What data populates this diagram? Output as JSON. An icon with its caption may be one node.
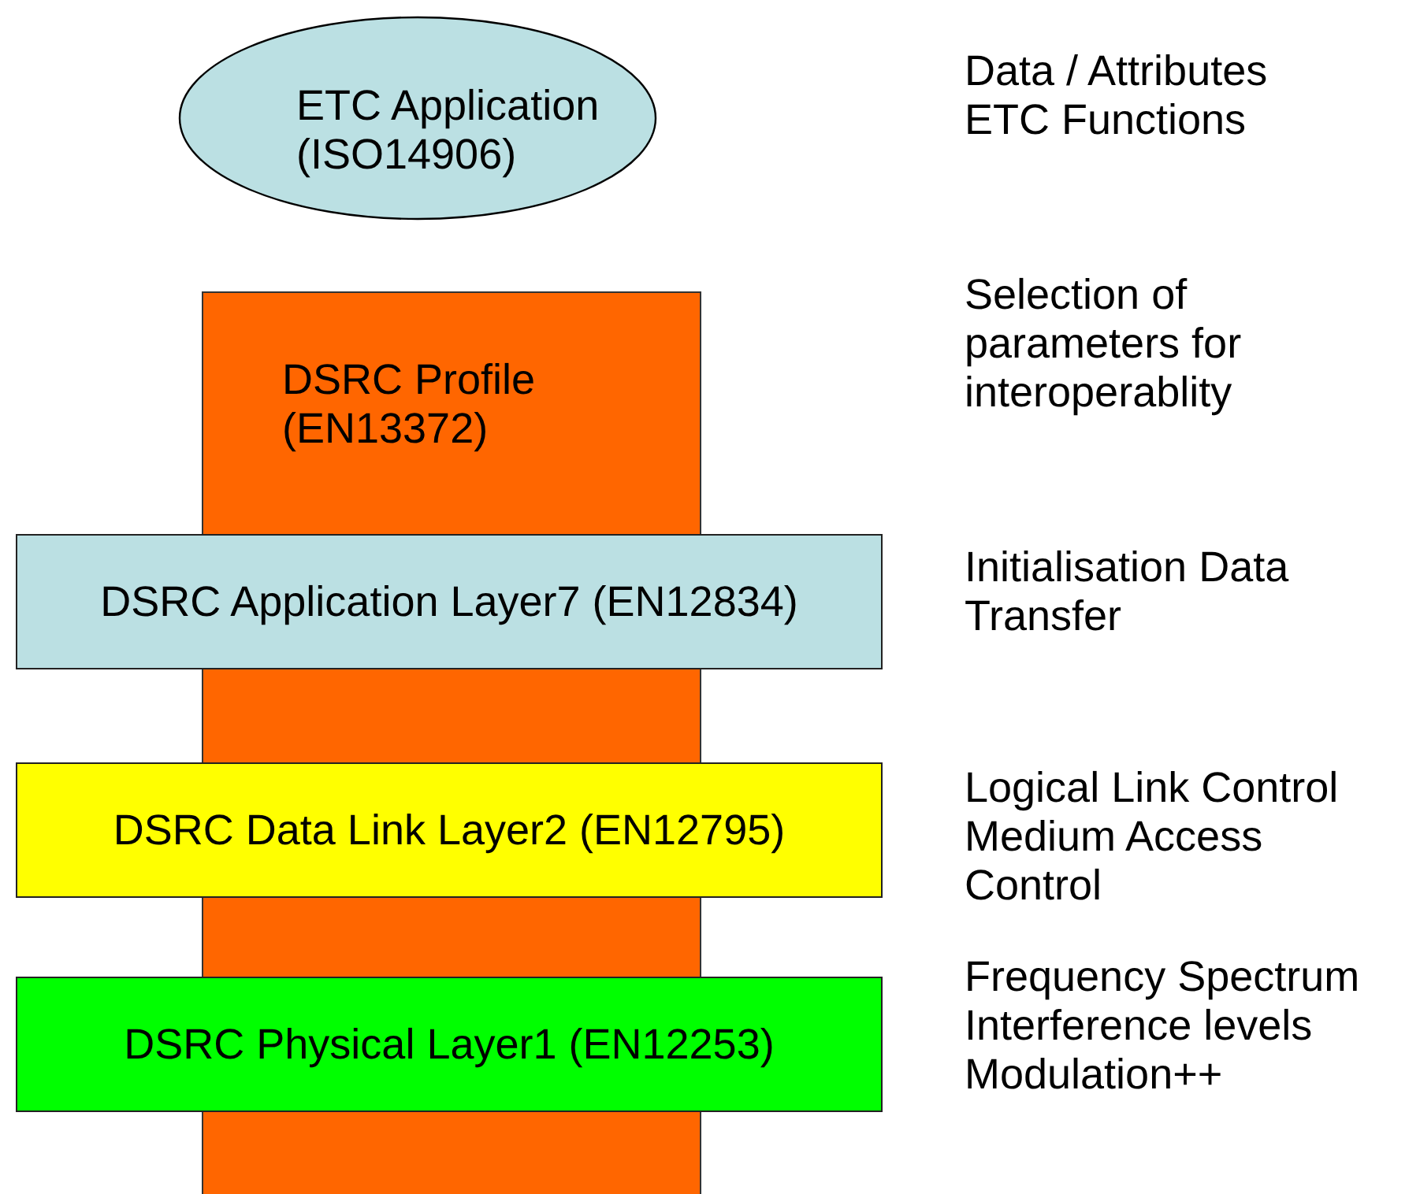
{
  "diagram": {
    "nodes": [
      {
        "text": [
          "ETC Application (ISO14906)"
        ]
      },
      {
        "text": [
          "DSRC Profile (EN13372)"
        ]
      },
      {
        "text": [
          "DSRC Application Layer7 (EN12834)"
        ]
      },
      {
        "text": [
          "DSRC Data Link Layer2 (EN12795)"
        ]
      },
      {
        "text": [
          "DSRC Physical Layer1 (EN12253)"
        ]
      }
    ],
    "labels": [
      "Data / Attributes ETC Functions",
      "Selection of parameters for interoperablity",
      "Initialisation Data Transfer",
      "Logical Link Control Medium Access Control",
      "Frequency Spectrum Interference levels Modulation++"
    ]
  }
}
